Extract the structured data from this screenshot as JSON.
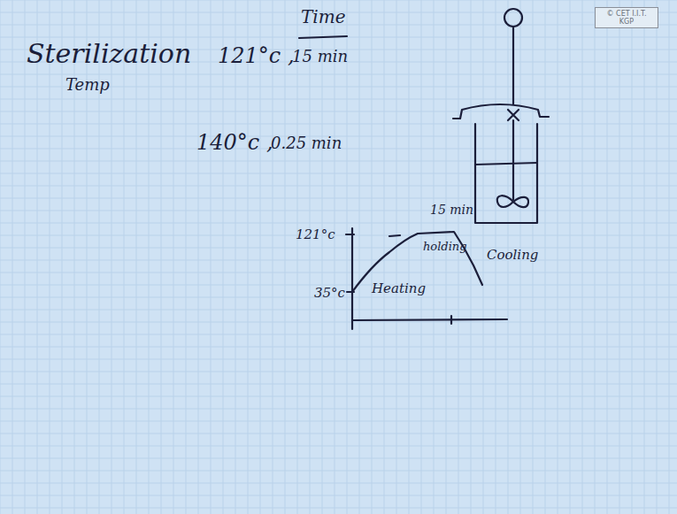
{
  "diagram": {
    "nodes": [
      {
        "text": [
          "© CET I.I.T. KGP"
        ]
      }
    ],
    "labels": [
      "Sterilization",
      "Temp",
      "121°c ,",
      "Time",
      "15 min",
      "140°c ,",
      "0.25 min",
      "15 min",
      "121°c",
      "35°c",
      "Heating",
      "holding",
      "Cooling"
    ]
  }
}
